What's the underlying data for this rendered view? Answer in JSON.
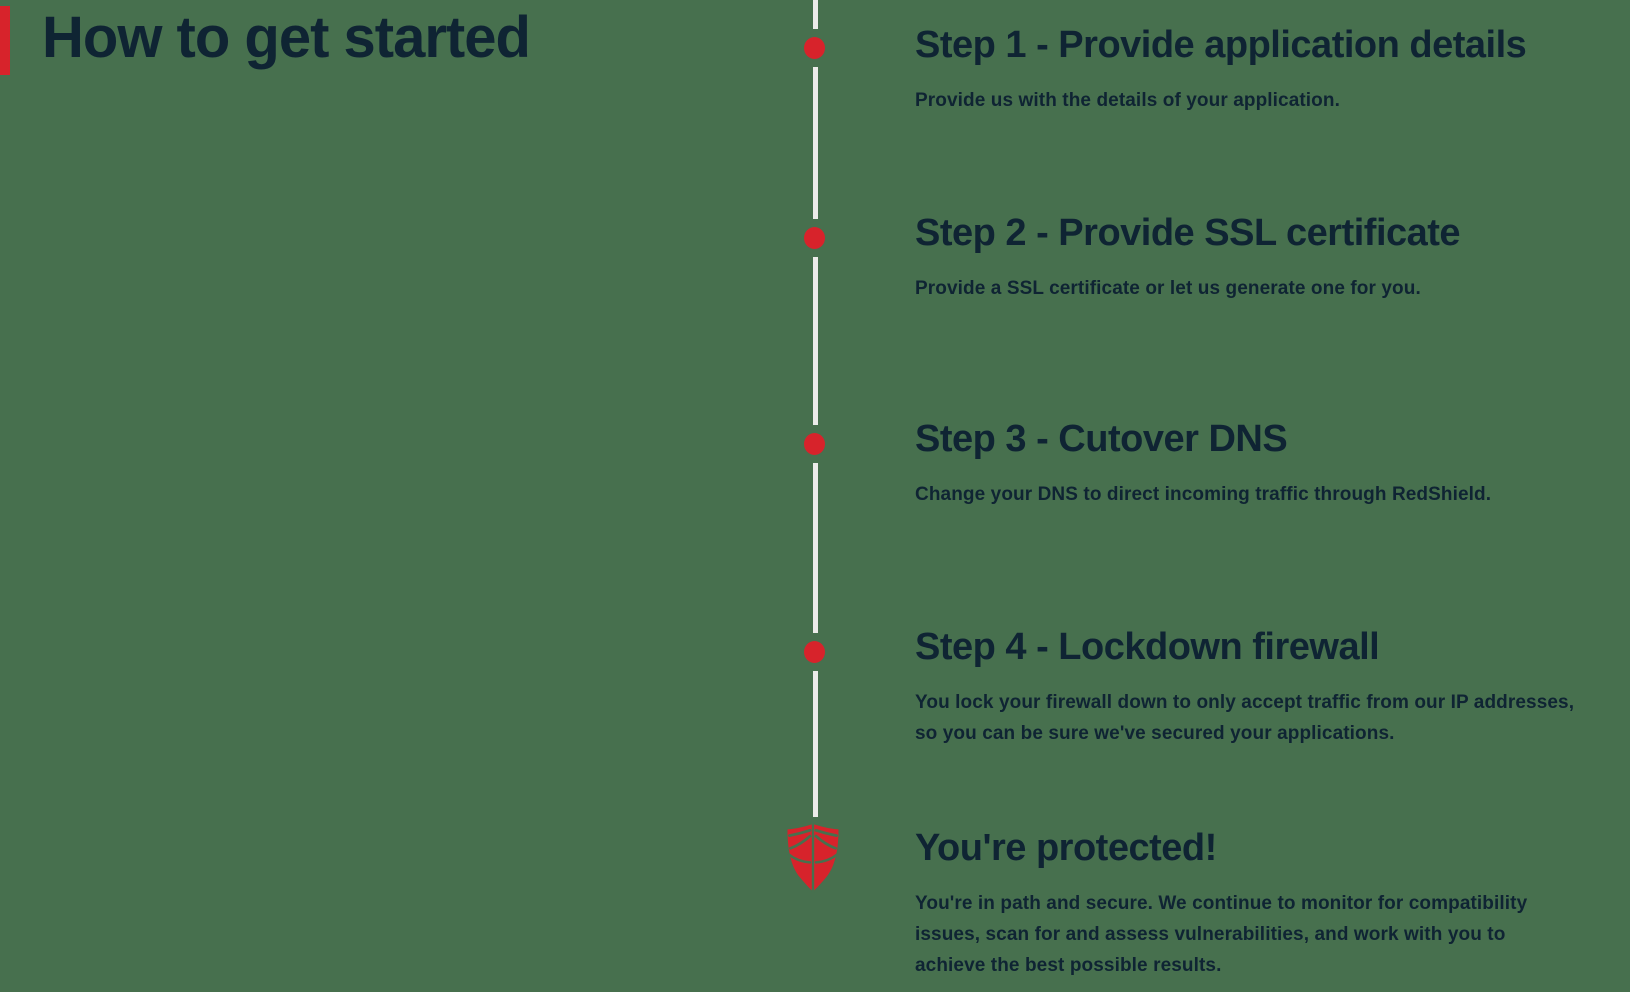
{
  "title": "How to get started",
  "colors": {
    "background": "#47704E",
    "accent_red": "#D7232B",
    "text_navy": "#0F2433",
    "timeline_line": "#ECECEA"
  },
  "timeline": {
    "step_marker": "red-dot",
    "final_marker": "redshield-shield-icon"
  },
  "steps": [
    {
      "heading": "Step 1 - Provide application details",
      "description": "Provide us with the details of your application."
    },
    {
      "heading": "Step 2 - Provide SSL certificate",
      "description": "Provide a SSL certificate or let us generate one for you."
    },
    {
      "heading": "Step 3 - Cutover DNS",
      "description": "Change your DNS to direct incoming traffic through RedShield."
    },
    {
      "heading": "Step 4 - Lockdown firewall",
      "description": "You lock your firewall down to only accept traffic from our IP addresses, so you can be sure we've secured your applications."
    },
    {
      "heading": "You're protected!",
      "description": "You're in path and secure. We continue to monitor for compatibility issues, scan for and assess vulnerabilities, and work with you to achieve the best possible results."
    }
  ]
}
